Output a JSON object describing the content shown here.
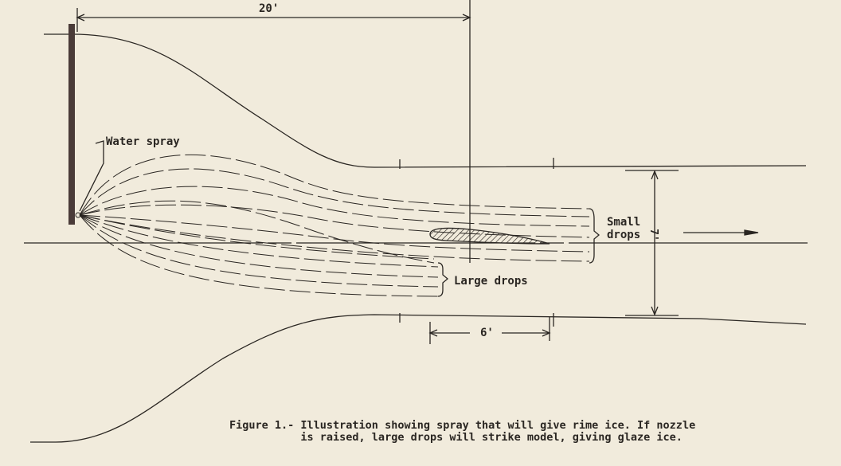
{
  "figure": {
    "labels": {
      "overall_length": "20'",
      "water_spray": "Water spray",
      "small_drops": "Small\ndrops",
      "large_drops": "Large drops",
      "section_height": "7'",
      "model_span": "6'"
    },
    "caption_line1": "Figure 1.- Illustration showing spray that will give rime ice. If nozzle",
    "caption_line2": "           is raised, large drops will strike model, giving glaze ice.",
    "colors": {
      "paper": "#f1ebdc",
      "ink": "#2a2622",
      "wall": "#4a3b38"
    }
  }
}
